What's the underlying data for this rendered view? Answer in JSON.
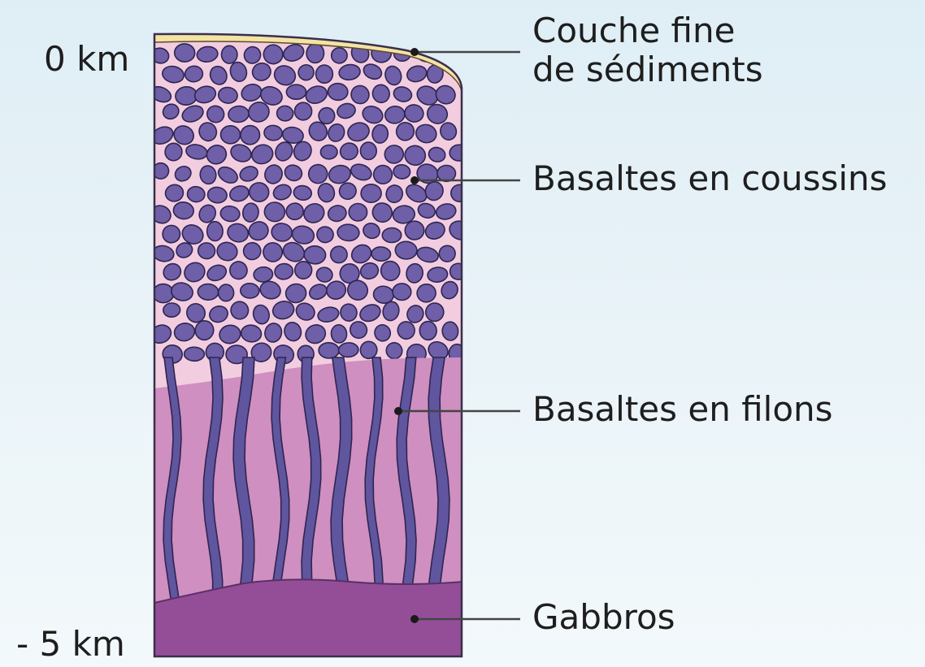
{
  "depth_top": "0 km",
  "depth_bottom": "- 5 km",
  "layers": {
    "sediments": {
      "line1": "Couche fine",
      "line2": "de sédiments",
      "color": "#f3e3a4"
    },
    "pillow_basalts": {
      "label": "Basaltes en coussins",
      "color": "#6e5fa8",
      "matrix_color": "#f2cde0"
    },
    "sheeted_dikes": {
      "label": "Basaltes en filons",
      "color": "#5f569f",
      "matrix_color": "#cf8fc0"
    },
    "gabbros": {
      "label": "Gabbros",
      "color": "#944e98"
    }
  }
}
